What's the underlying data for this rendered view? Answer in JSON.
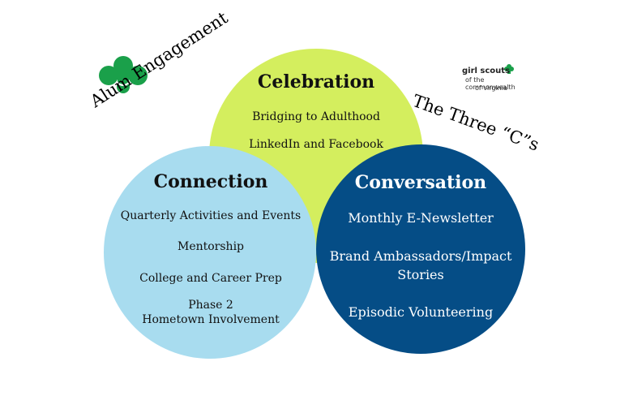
{
  "header": {
    "left_label": "Alum Engagement",
    "right_label": "The Three “C”s"
  },
  "logo": {
    "line1": "girl scouts",
    "line2": "of the commonwealth",
    "line3": "of virginia",
    "icon": "trefoil-icon"
  },
  "trefoil": {
    "icon": "trefoil-icon"
  },
  "circles": {
    "celebration": {
      "title": "Celebration",
      "items": [
        "Bridging to Adulthood",
        "LinkedIn and Facebook"
      ]
    },
    "connection": {
      "title": "Connection",
      "items": [
        "Quarterly Activities and Events",
        "Mentorship",
        "College and Career Prep",
        "Phase 2",
        "Hometown Involvement"
      ]
    },
    "conversation": {
      "title": "Conversation",
      "items": [
        "Monthly E-Newsletter",
        "Brand Ambassadors/Impact",
        "Stories",
        "Episodic Volunteering"
      ]
    }
  },
  "colors": {
    "celebration": "#d4ee5e",
    "connection": "#a8dcef",
    "conversation": "#054d86",
    "brand_green": "#1aa04a"
  }
}
